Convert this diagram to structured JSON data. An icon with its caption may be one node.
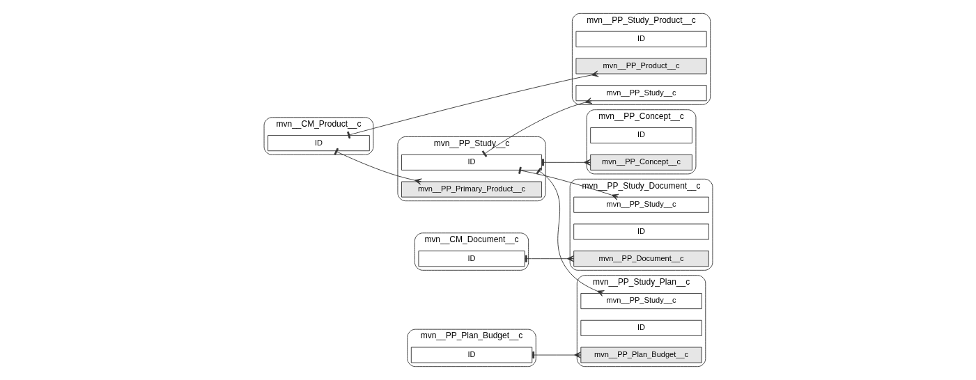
{
  "diagram": {
    "nodes": [
      {
        "text": [
          "mvn__PP_Study_Product__c"
        ]
      },
      {
        "text": [
          "ID"
        ],
        "in": 0
      },
      {
        "text": [
          "mvn__PP_Product__c"
        ],
        "in": 0
      },
      {
        "text": [
          "mvn__PP_Study__c"
        ],
        "in": 0
      },
      {
        "text": [
          "mvn__CM_Product__c"
        ]
      },
      {
        "text": [
          "ID"
        ],
        "in": 4
      },
      {
        "text": [
          "mvn__PP_Study__c"
        ]
      },
      {
        "text": [
          "ID"
        ],
        "in": 6
      },
      {
        "text": [
          "mvn__PP_Primary_Product__c"
        ],
        "in": 6
      },
      {
        "text": [
          "mvn__PP_Concept__c"
        ]
      },
      {
        "text": [
          "ID"
        ],
        "in": 9
      },
      {
        "text": [
          "mvn__PP_Concept__c"
        ],
        "in": 9
      },
      {
        "text": [
          "mvn__PP_Study_Document__c"
        ]
      },
      {
        "text": [
          "ID"
        ],
        "in": 12
      },
      {
        "text": [
          "mvn__PP_Document__c"
        ],
        "in": 12
      },
      {
        "text": [
          "mvn__PP_Study__c"
        ],
        "in": 12
      },
      {
        "text": [
          "mvn__CM_Document__c"
        ]
      },
      {
        "text": [
          "ID"
        ],
        "in": 16
      },
      {
        "text": [
          "mvn__PP_Study_Plan__c"
        ]
      },
      {
        "text": [
          "ID"
        ],
        "in": 18
      },
      {
        "text": [
          "mvn__PP_Plan_Budget__c"
        ],
        "in": 18
      },
      {
        "text": [
          "mvn__PP_Study__c"
        ],
        "in": 18
      },
      {
        "text": [
          "mvn__PP_Plan_Budget__c"
        ]
      },
      {
        "text": [
          "ID"
        ],
        "in": 22
      }
    ],
    "edges": [
      {
        "from": 7,
        "to": 3,
        "arrow": "other"
      },
      {
        "from": 5,
        "to": 2,
        "arrow": "other"
      },
      {
        "from": 5,
        "to": 8,
        "arrow": "other"
      },
      {
        "from": 7,
        "to": 11,
        "arrow": "other"
      },
      {
        "from": 7,
        "to": 15,
        "arrow": "other"
      },
      {
        "from": 7,
        "to": 21,
        "arrow": "other"
      },
      {
        "from": 17,
        "to": 14,
        "arrow": "other"
      },
      {
        "from": 23,
        "to": 20,
        "arrow": "other"
      }
    ]
  }
}
